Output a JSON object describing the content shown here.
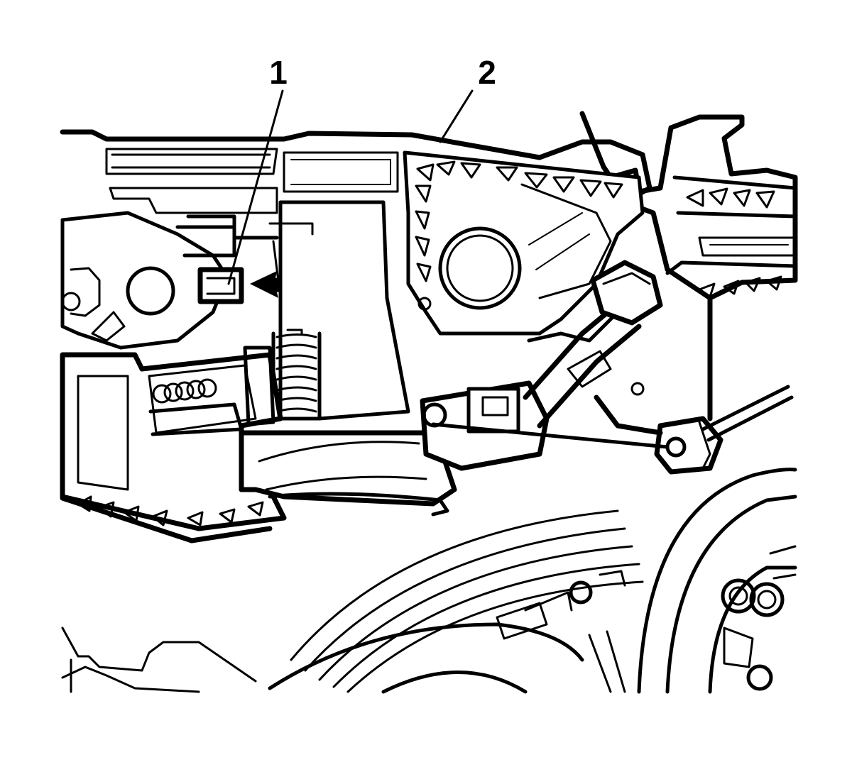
{
  "diagram": {
    "type": "technical-illustration",
    "callouts": [
      {
        "id": "c1",
        "label": "1"
      },
      {
        "id": "c2",
        "label": "2"
      }
    ],
    "colors": {
      "line": "#000000",
      "background": "#ffffff"
    }
  }
}
